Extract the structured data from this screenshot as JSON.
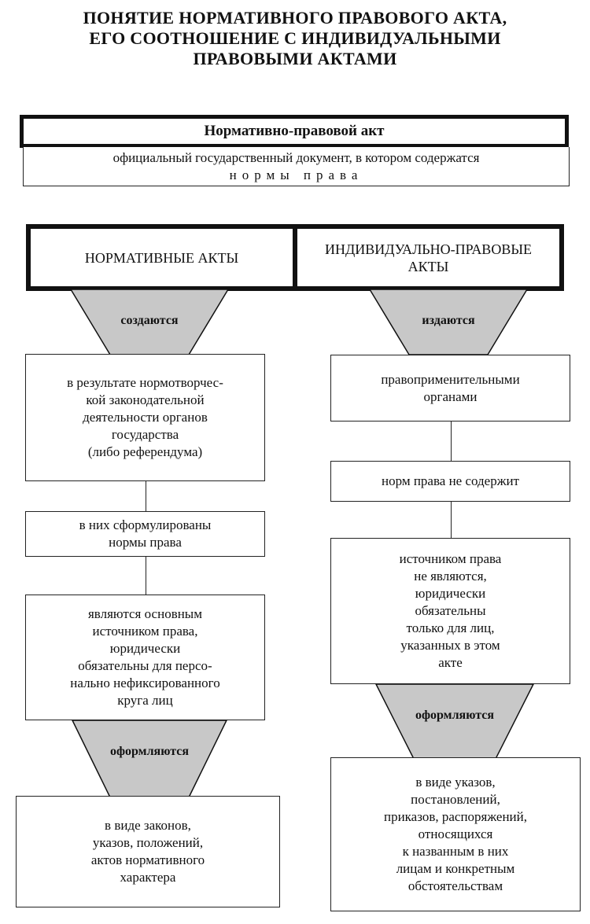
{
  "title": {
    "line1": "ПОНЯТИЕ НОРМАТИВНОГО ПРАВОВОГО АКТА,",
    "line2": "ЕГО СООТНОШЕНИЕ С ИНДИВИДУАЛЬНЫМИ",
    "line3": "ПРАВОВЫМИ АКТАМИ"
  },
  "definition": {
    "heading": "Нормативно-правовой акт",
    "text_line1": "официальный государственный документ, в котором содержатся",
    "text_line2": "нормы права"
  },
  "columns": {
    "left": {
      "header": "НОРМАТИВНЫЕ АКТЫ",
      "funnel1": "создаются",
      "box1": "в результате нормотворчес-\nкой законодательной\nдеятельности органов\nгосударства\n(либо референдума)",
      "box2": "в них сформулированы\nнормы права",
      "box3": "являются основным\nисточником права,\nюридически\nобязательны для персо-\nнально нефиксированного\nкруга лиц",
      "funnel2": "оформляются",
      "box4": "в виде законов,\nуказов, положений,\nактов нормативного\nхарактера"
    },
    "right": {
      "header": "ИНДИВИДУАЛЬНО-ПРАВОВЫЕ\nАКТЫ",
      "funnel1": "издаются",
      "box1": "правоприменительными\nорганами",
      "box2": "норм права не содержит",
      "box3": "источником права\nне являются,\nюридически\nобязательны\nтолько для лиц,\nуказанных в этом\nакте",
      "funnel2": "оформляются",
      "box4": "в виде указов,\nпостановлений,\nприказов, распоряжений,\nотносящихся\nк названным в них\nлицам и конкретным\nобстоятельствам"
    }
  },
  "colors": {
    "funnel_fill": "#c8c8c8",
    "border": "#111111"
  }
}
